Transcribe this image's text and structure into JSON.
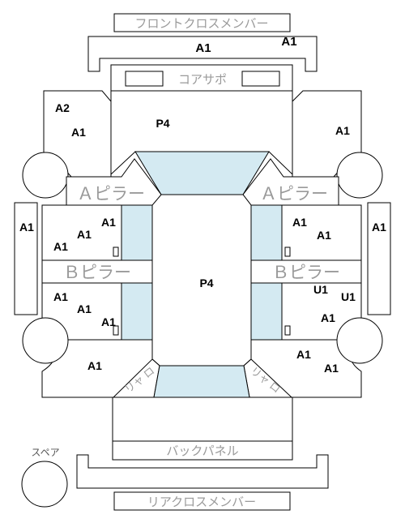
{
  "parts": {
    "front_cross_member": "フロントクロスメンバー",
    "core_support": "コアサポ",
    "a_pillar": "Ａピラー",
    "b_pillar": "Ｂピラー",
    "back_panel": "バックパネル",
    "rear_cross_member": "リアクロスメンバー",
    "spare": "スペア",
    "roof_corner": "リャ ロ"
  },
  "grades": {
    "front_member_center": "A1",
    "front_member_right": "A1",
    "front_left_upper": "A2",
    "front_left_lower": "A1",
    "front_right": "A1",
    "core_center": "P4",
    "left_sill": "A1",
    "right_sill": "A1",
    "front_door_left_1": "A1",
    "front_door_left_2": "A1",
    "front_door_left_3": "A1",
    "front_door_right_1": "A1",
    "front_door_right_2": "A1",
    "roof": "P4",
    "rear_door_left_1": "A1",
    "rear_door_left_2": "A1",
    "rear_door_left_3": "A1",
    "rear_door_right_u1a": "U1",
    "rear_door_right_u1b": "U1",
    "rear_door_right_a1": "A1",
    "rear_left_quarter": "A1",
    "rear_right_quarter_1": "A1",
    "rear_right_quarter_2": "A1"
  },
  "colors": {
    "glass": "#d4eaf2",
    "line": "#000000",
    "part_label": "#9a9a9a"
  }
}
